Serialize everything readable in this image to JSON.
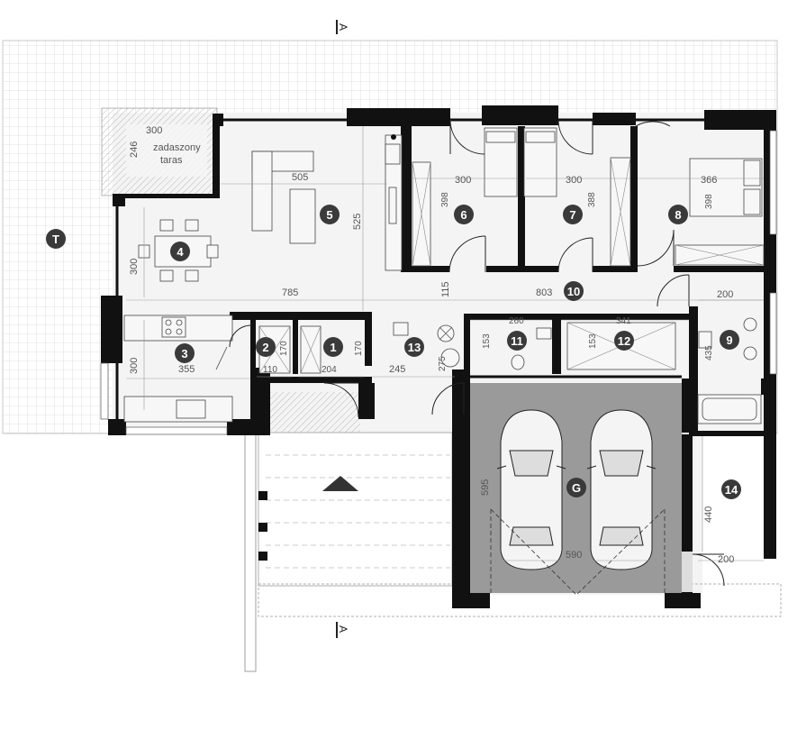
{
  "section_marks": {
    "top": "A",
    "bottom": "A"
  },
  "terrace": {
    "line1": "zadaszony",
    "line2": "taras",
    "width_dim": "300",
    "depth_dim": "246"
  },
  "room_numbers": {
    "outside": "T",
    "r1": "1",
    "r2": "2",
    "r3": "3",
    "r4": "4",
    "r5": "5",
    "r6": "6",
    "r7": "7",
    "r8": "8",
    "r9": "9",
    "r10": "10",
    "r11": "11",
    "r12": "12",
    "r13": "13",
    "r14": "14",
    "garage": "G"
  },
  "dimensions": {
    "living_width": "505",
    "living_depth": "525",
    "dining_depth": "300",
    "hall_left": "785",
    "hall_right": "803",
    "hall_depth": "115",
    "kitchen_width": "355",
    "kitchen_depth": "300",
    "room2_depth": "170",
    "room2_width": "110",
    "room1_width": "204",
    "room1_depth": "170",
    "room13_width": "245",
    "room13_depth": "275",
    "room6_width": "300",
    "room6_depth": "398",
    "room7_width": "300",
    "room7_depth": "388",
    "room8_width": "366",
    "room8_depth": "398",
    "room11_width": "260",
    "room11_depth": "153",
    "room12_width": "341",
    "room12_depth": "153",
    "room9_width": "200",
    "room9_depth": "435",
    "garage_width": "590",
    "garage_depth": "595",
    "room14_width": "200",
    "room14_depth": "440",
    "room6_small": "398"
  },
  "colors": {
    "wall": "#111111",
    "badge": "#3a3a3a",
    "garage": "#9a9a9a",
    "grid": "#c8c8c8"
  }
}
